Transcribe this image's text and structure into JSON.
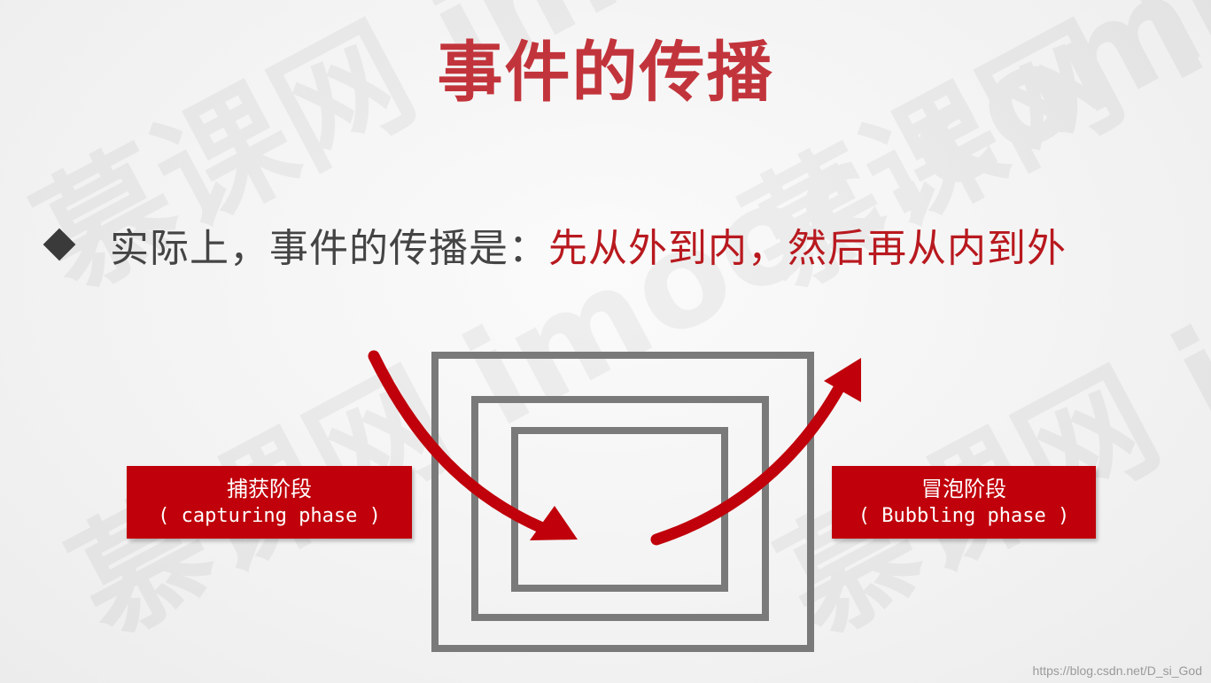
{
  "title": "事件的传播",
  "bullet": {
    "icon": "diamond-bullet-icon",
    "prefix": "实际上，事件的传播是：",
    "highlight": "先从外到内，然后再从内到外"
  },
  "capture_label": {
    "line1": "捕获阶段",
    "line2": "( capturing phase )"
  },
  "bubble_label": {
    "line1": "冒泡阶段",
    "line2": "( Bubbling phase )"
  },
  "watermark_text": "慕课网 imooc.com",
  "footer_url": "https://blog.csdn.net/D_si_God",
  "colors": {
    "title": "#c2343b",
    "accent": "#b8191f",
    "label_bg": "#c0000a",
    "box_stroke": "#7a7a7a"
  }
}
